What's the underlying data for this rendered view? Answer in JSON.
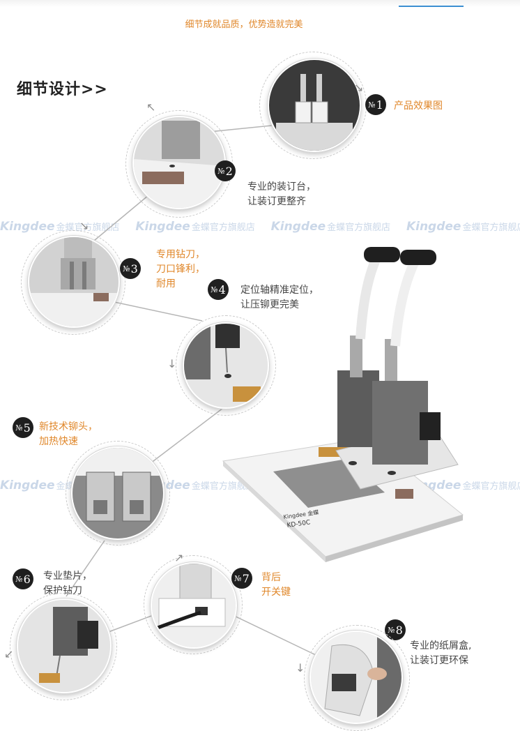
{
  "headline": "细节成就品质，优势造就完美",
  "section_title": "细节设计>>",
  "watermark": {
    "brand": "Kingdee",
    "text": "金蝶官方旗舰店"
  },
  "machine_label": {
    "brand": "Kingdee 金蝶",
    "model": "KD-50C"
  },
  "callouts": [
    {
      "badge": "№",
      "num": "1",
      "lines": [
        "产品效果图"
      ],
      "color": "orange"
    },
    {
      "badge": "№",
      "num": "2",
      "lines": [
        "专业的装订台，",
        "让装订更整齐"
      ],
      "color": "dark"
    },
    {
      "badge": "№",
      "num": "3",
      "lines": [
        "专用钻刀，",
        "刀口锋利，",
        "耐用"
      ],
      "color": "orange"
    },
    {
      "badge": "№",
      "num": "4",
      "lines": [
        "定位轴精准定位，",
        "让压铆更完美"
      ],
      "color": "dark"
    },
    {
      "badge": "№",
      "num": "5",
      "lines": [
        "新技术铆头，",
        "加热快速"
      ],
      "color": "orange"
    },
    {
      "badge": "№",
      "num": "6",
      "lines": [
        "专业垫片，",
        "保护钻刀"
      ],
      "color": "dark"
    },
    {
      "badge": "№",
      "num": "7",
      "lines": [
        "背后",
        "开关键"
      ],
      "color": "orange"
    },
    {
      "badge": "№",
      "num": "8",
      "lines": [
        "专业的纸屑盒,",
        "让装订更环保"
      ],
      "color": "dark"
    }
  ]
}
